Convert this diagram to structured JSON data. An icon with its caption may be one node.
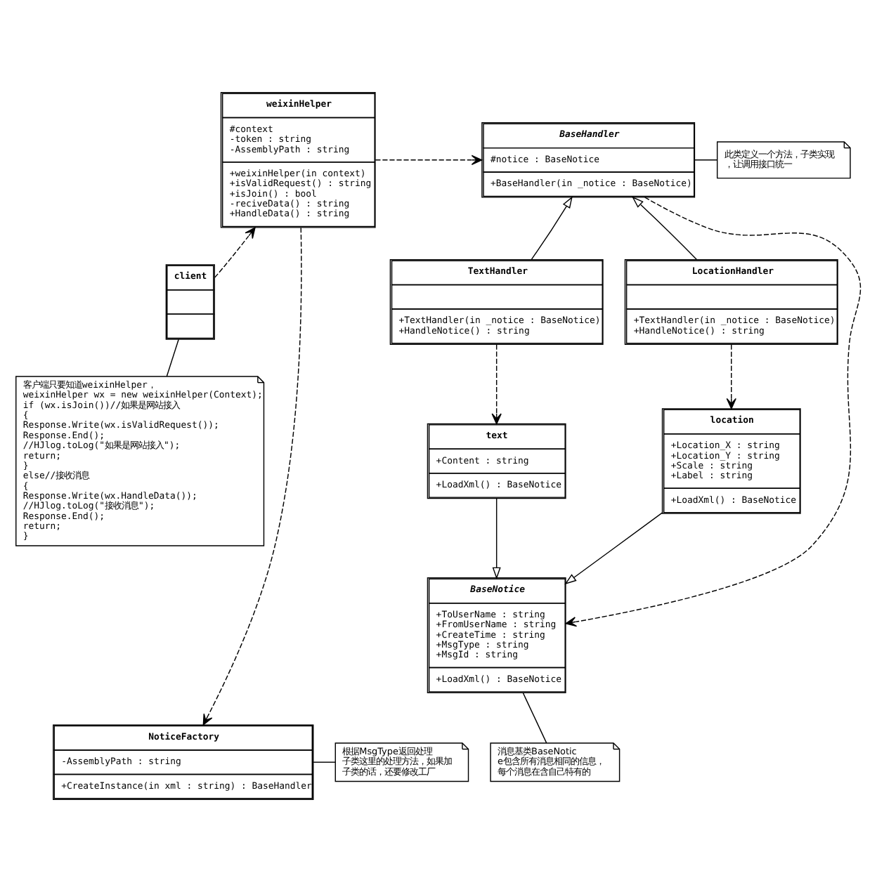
{
  "diagram": {
    "nodes": [
      {
        "text": [
          "weixinHelper",
          "#context",
          "-token : string",
          "-AssemblyPath : string",
          "+weixinHelper(in context)",
          "+isValidRequest() : string",
          "+isJoin() : bool",
          "-reciveData() : string",
          "+HandleData() : string"
        ]
      },
      {
        "text": [
          "BaseHandler",
          "#notice : BaseNotice",
          "+BaseHandler(in _notice : BaseNotice)"
        ]
      },
      {
        "text": [
          "此类定义一个方法，子类实现，让调用接口统一"
        ]
      },
      {
        "text": [
          "TextHandler",
          "+TextHandler(in _notice : BaseNotice)",
          "+HandleNotice() : string"
        ]
      },
      {
        "text": [
          "LocationHandler",
          "+TextHandler(in _notice : BaseNotice)",
          "+HandleNotice() : string"
        ]
      },
      {
        "text": [
          "client"
        ]
      },
      {
        "text": [
          "客户端只要知道weixinHelper，",
          "weixinHelper wx = new weixinHelper(Context);",
          "if (wx.isJoin())//如果是网站接入",
          "{",
          "Response.Write(wx.isValidRequest());",
          "Response.End();",
          "//HJlog.toLog(\"如果是网站接入\");",
          "return;",
          "}",
          "else//接收消息",
          "{",
          "Response.Write(wx.HandleData());",
          "//HJlog.toLog(\"接收消息\");",
          "Response.End();",
          "return;",
          "}"
        ]
      },
      {
        "text": [
          "text",
          "+Content : string",
          "+LoadXml() : BaseNotice"
        ]
      },
      {
        "text": [
          "location",
          "+Location_X : string",
          "+Location_Y : string",
          "+Scale : string",
          "+Label : string",
          "+LoadXml() : BaseNotice"
        ]
      },
      {
        "text": [
          "BaseNotice",
          "+ToUserName : string",
          "+FromUserName : string",
          "+CreateTime : string",
          "+MsgType : string",
          "+MsgId : string",
          "+LoadXml() : BaseNotice"
        ]
      },
      {
        "text": [
          "NoticeFactory",
          "-AssemblyPath : string",
          "+CreateInstance(in xml : string) : BaseHandler"
        ]
      },
      {
        "text": [
          "根据MsgType返回处理子类这里的处理方法，如果加子类的话，还要修改工厂"
        ]
      },
      {
        "text": [
          "消息基类BaseNotice包含所有消息相同的信息，每个消息在含自己特有的"
        ]
      }
    ],
    "edges": [
      {
        "from": 0,
        "to": 1,
        "arrow": "to",
        "style": "dashed"
      },
      {
        "from": 1,
        "to": 2,
        "arrow": "none"
      },
      {
        "from": 3,
        "to": 1,
        "arrow": "to"
      },
      {
        "from": 4,
        "to": 1,
        "arrow": "to"
      },
      {
        "from": 5,
        "to": 0,
        "arrow": "to",
        "style": "dashed"
      },
      {
        "from": 5,
        "to": 6,
        "arrow": "none"
      },
      {
        "from": 3,
        "to": 7,
        "arrow": "to",
        "style": "dashed"
      },
      {
        "from": 4,
        "to": 8,
        "arrow": "to",
        "style": "dashed"
      },
      {
        "from": 7,
        "to": 9,
        "arrow": "to"
      },
      {
        "from": 8,
        "to": 9,
        "arrow": "to"
      },
      {
        "from": 1,
        "to": 9,
        "arrow": "to",
        "style": "dashed"
      },
      {
        "from": 0,
        "to": 10,
        "arrow": "to",
        "style": "dashed"
      },
      {
        "from": 10,
        "to": 11,
        "arrow": "none"
      },
      {
        "from": 9,
        "to": 12,
        "arrow": "none"
      }
    ]
  }
}
